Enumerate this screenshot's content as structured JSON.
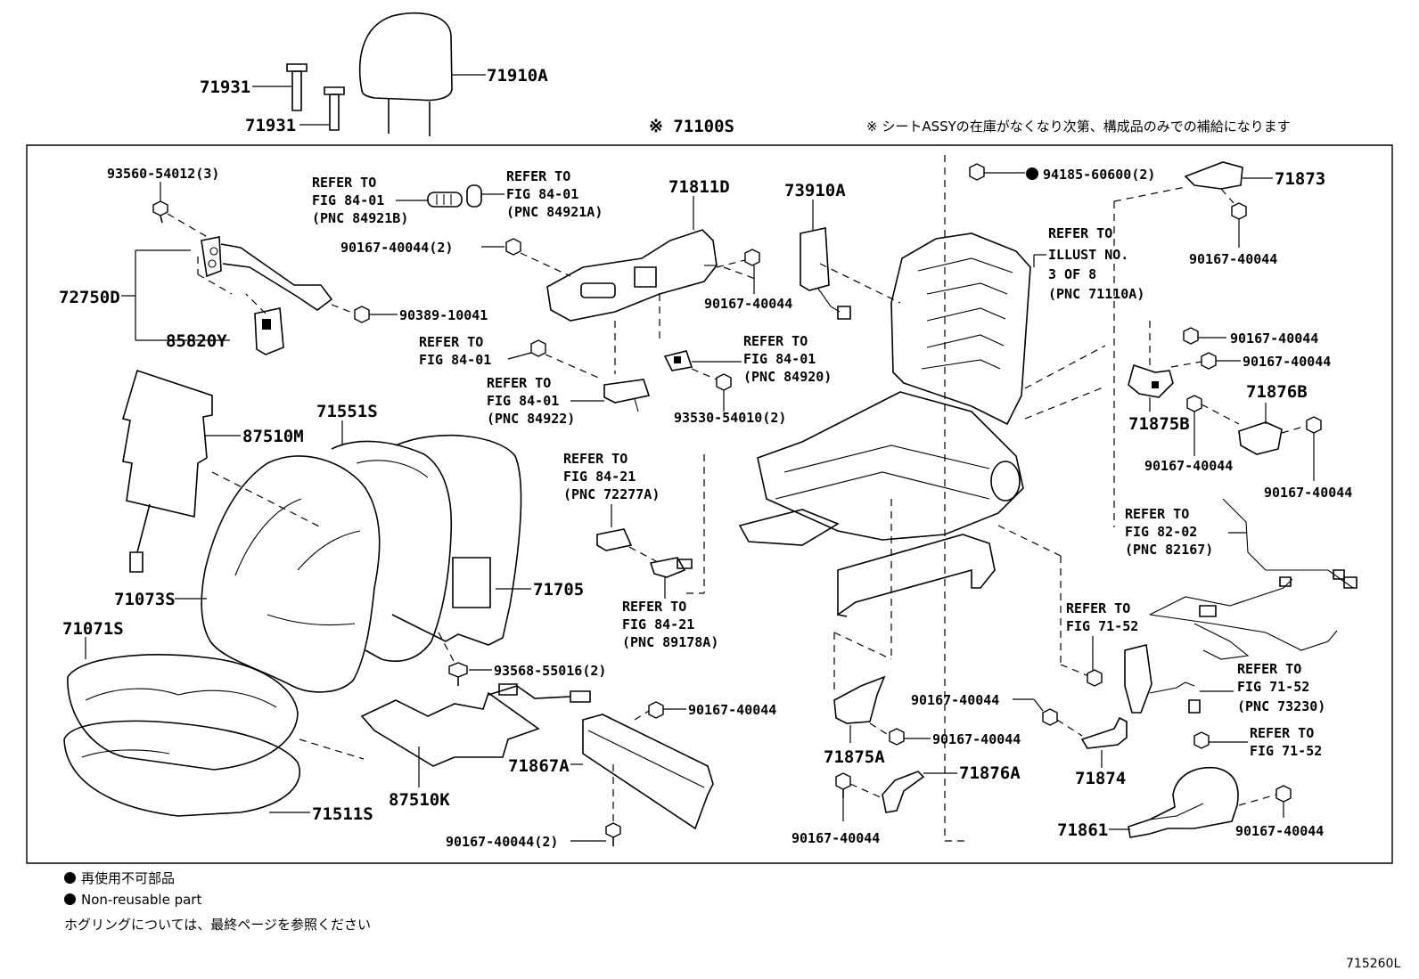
{
  "top_labels": {
    "headrest_pin_a": "71931",
    "headrest_pin_b": "71931",
    "headrest": "71910A",
    "seat_assy": "※ 71100S",
    "note_jp": "※ シートASSYの在庫がなくなり次第、構成品のみでの補給になります"
  },
  "left_labels": {
    "bolt_93560": "93560-54012(3)",
    "lumbar": "72750D",
    "lumbar_switch": "85820Y",
    "nut_90389": "90389-10041",
    "heater_back": "87510M",
    "back_cover": "71073S",
    "back_pad": "71551S",
    "back_board": "71705",
    "cushion_cover": "71071S",
    "cushion_pad": "71511S",
    "heater_cushion": "87510K",
    "clip_93568": "93568-55016(2)"
  },
  "center_labels": {
    "shield": "71811D",
    "airbag": "73910A",
    "bolt_a": "90167-40044(2)",
    "bolt_b": "90167-40044",
    "screw_93530": "93530-54010(2)",
    "lower_cover": "71867A",
    "bolt_c": "90167-40044",
    "bolt_d": "90167-40044(2)",
    "ref_84921B": [
      "REFER TO",
      "FIG 84-01",
      "(PNC 84921B)"
    ],
    "ref_84921A": [
      "REFER TO",
      "FIG 84-01",
      "(PNC 84921A)"
    ],
    "ref_84_01": [
      "REFER TO",
      "FIG 84-01"
    ],
    "ref_84922": [
      "REFER TO",
      "FIG 84-01",
      "(PNC 84922)"
    ],
    "ref_84920": [
      "REFER TO",
      "FIG 84-01",
      "(PNC 84920)"
    ],
    "ref_72277A": [
      "REFER TO",
      "FIG 84-21",
      "(PNC 72277A)"
    ],
    "ref_89178A": [
      "REFER TO",
      "FIG 84-21",
      "(PNC 89178A)"
    ]
  },
  "right_labels": {
    "nut_94185": "94185-60600(2)",
    "hinge_cover": "71873",
    "bolt_e": "90167-40044",
    "ref_71110A": [
      "REFER TO",
      "ILLUST NO.",
      "3 OF 8",
      "(PNC 71110A)"
    ],
    "bolt_f": "90167-40044",
    "bolt_g": "90167-40044",
    "cover_71875B": "71875B",
    "cover_71876B": "71876B",
    "bolt_h": "90167-40044",
    "bolt_i": "90167-40044",
    "ref_82167": [
      "REFER TO",
      "FIG 82-02",
      "(PNC 82167)"
    ],
    "ref_71_52a": [
      "REFER TO",
      "FIG 71-52"
    ],
    "ref_73230": [
      "REFER TO",
      "FIG 71-52",
      "(PNC 73230)"
    ],
    "ref_71_52b": [
      "REFER TO",
      "FIG 71-52"
    ],
    "bolt_j": "90167-40044",
    "bolt_k": "90167-40044",
    "cover_71875A": "71875A",
    "cover_71876A": "71876A",
    "cover_71874": "71874",
    "bolt_l": "90167-40044",
    "cover_71861": "71861",
    "bolt_m": "90167-40044"
  },
  "footer": {
    "legend_jp": "再使用不可部品",
    "legend_en": "Non-reusable part",
    "hog_note": "ホグリングについては、最終ページを参照ください",
    "diagram_code": "715260L"
  },
  "icons": [
    "non-reusable-dot-icon"
  ]
}
